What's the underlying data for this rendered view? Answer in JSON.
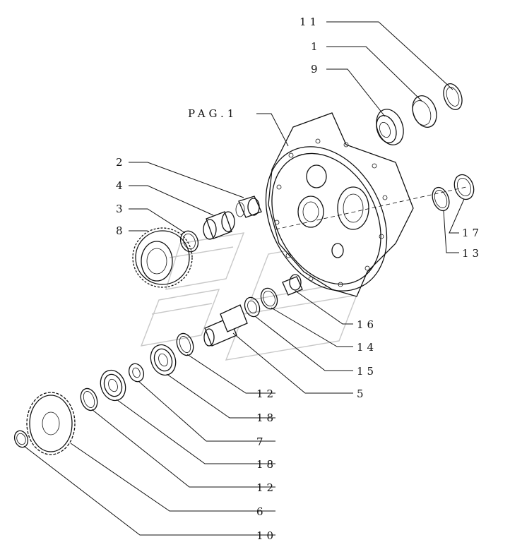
{
  "diagram": {
    "labels": {
      "p11": "11",
      "p1": "1",
      "p9": "9",
      "pag1": "PAG.1",
      "p2": "2",
      "p4": "4",
      "p3": "3",
      "p8": "8",
      "p17": "17",
      "p13": "13",
      "p16": "16",
      "p14": "14",
      "p15": "15",
      "p5": "5",
      "p12a": "12",
      "p18a": "18",
      "p7": "7",
      "p18b": "18",
      "p12b": "12",
      "p6": "6",
      "p10": "10"
    },
    "line_color": "#111111",
    "watermark_color": "#c8c8c8"
  }
}
